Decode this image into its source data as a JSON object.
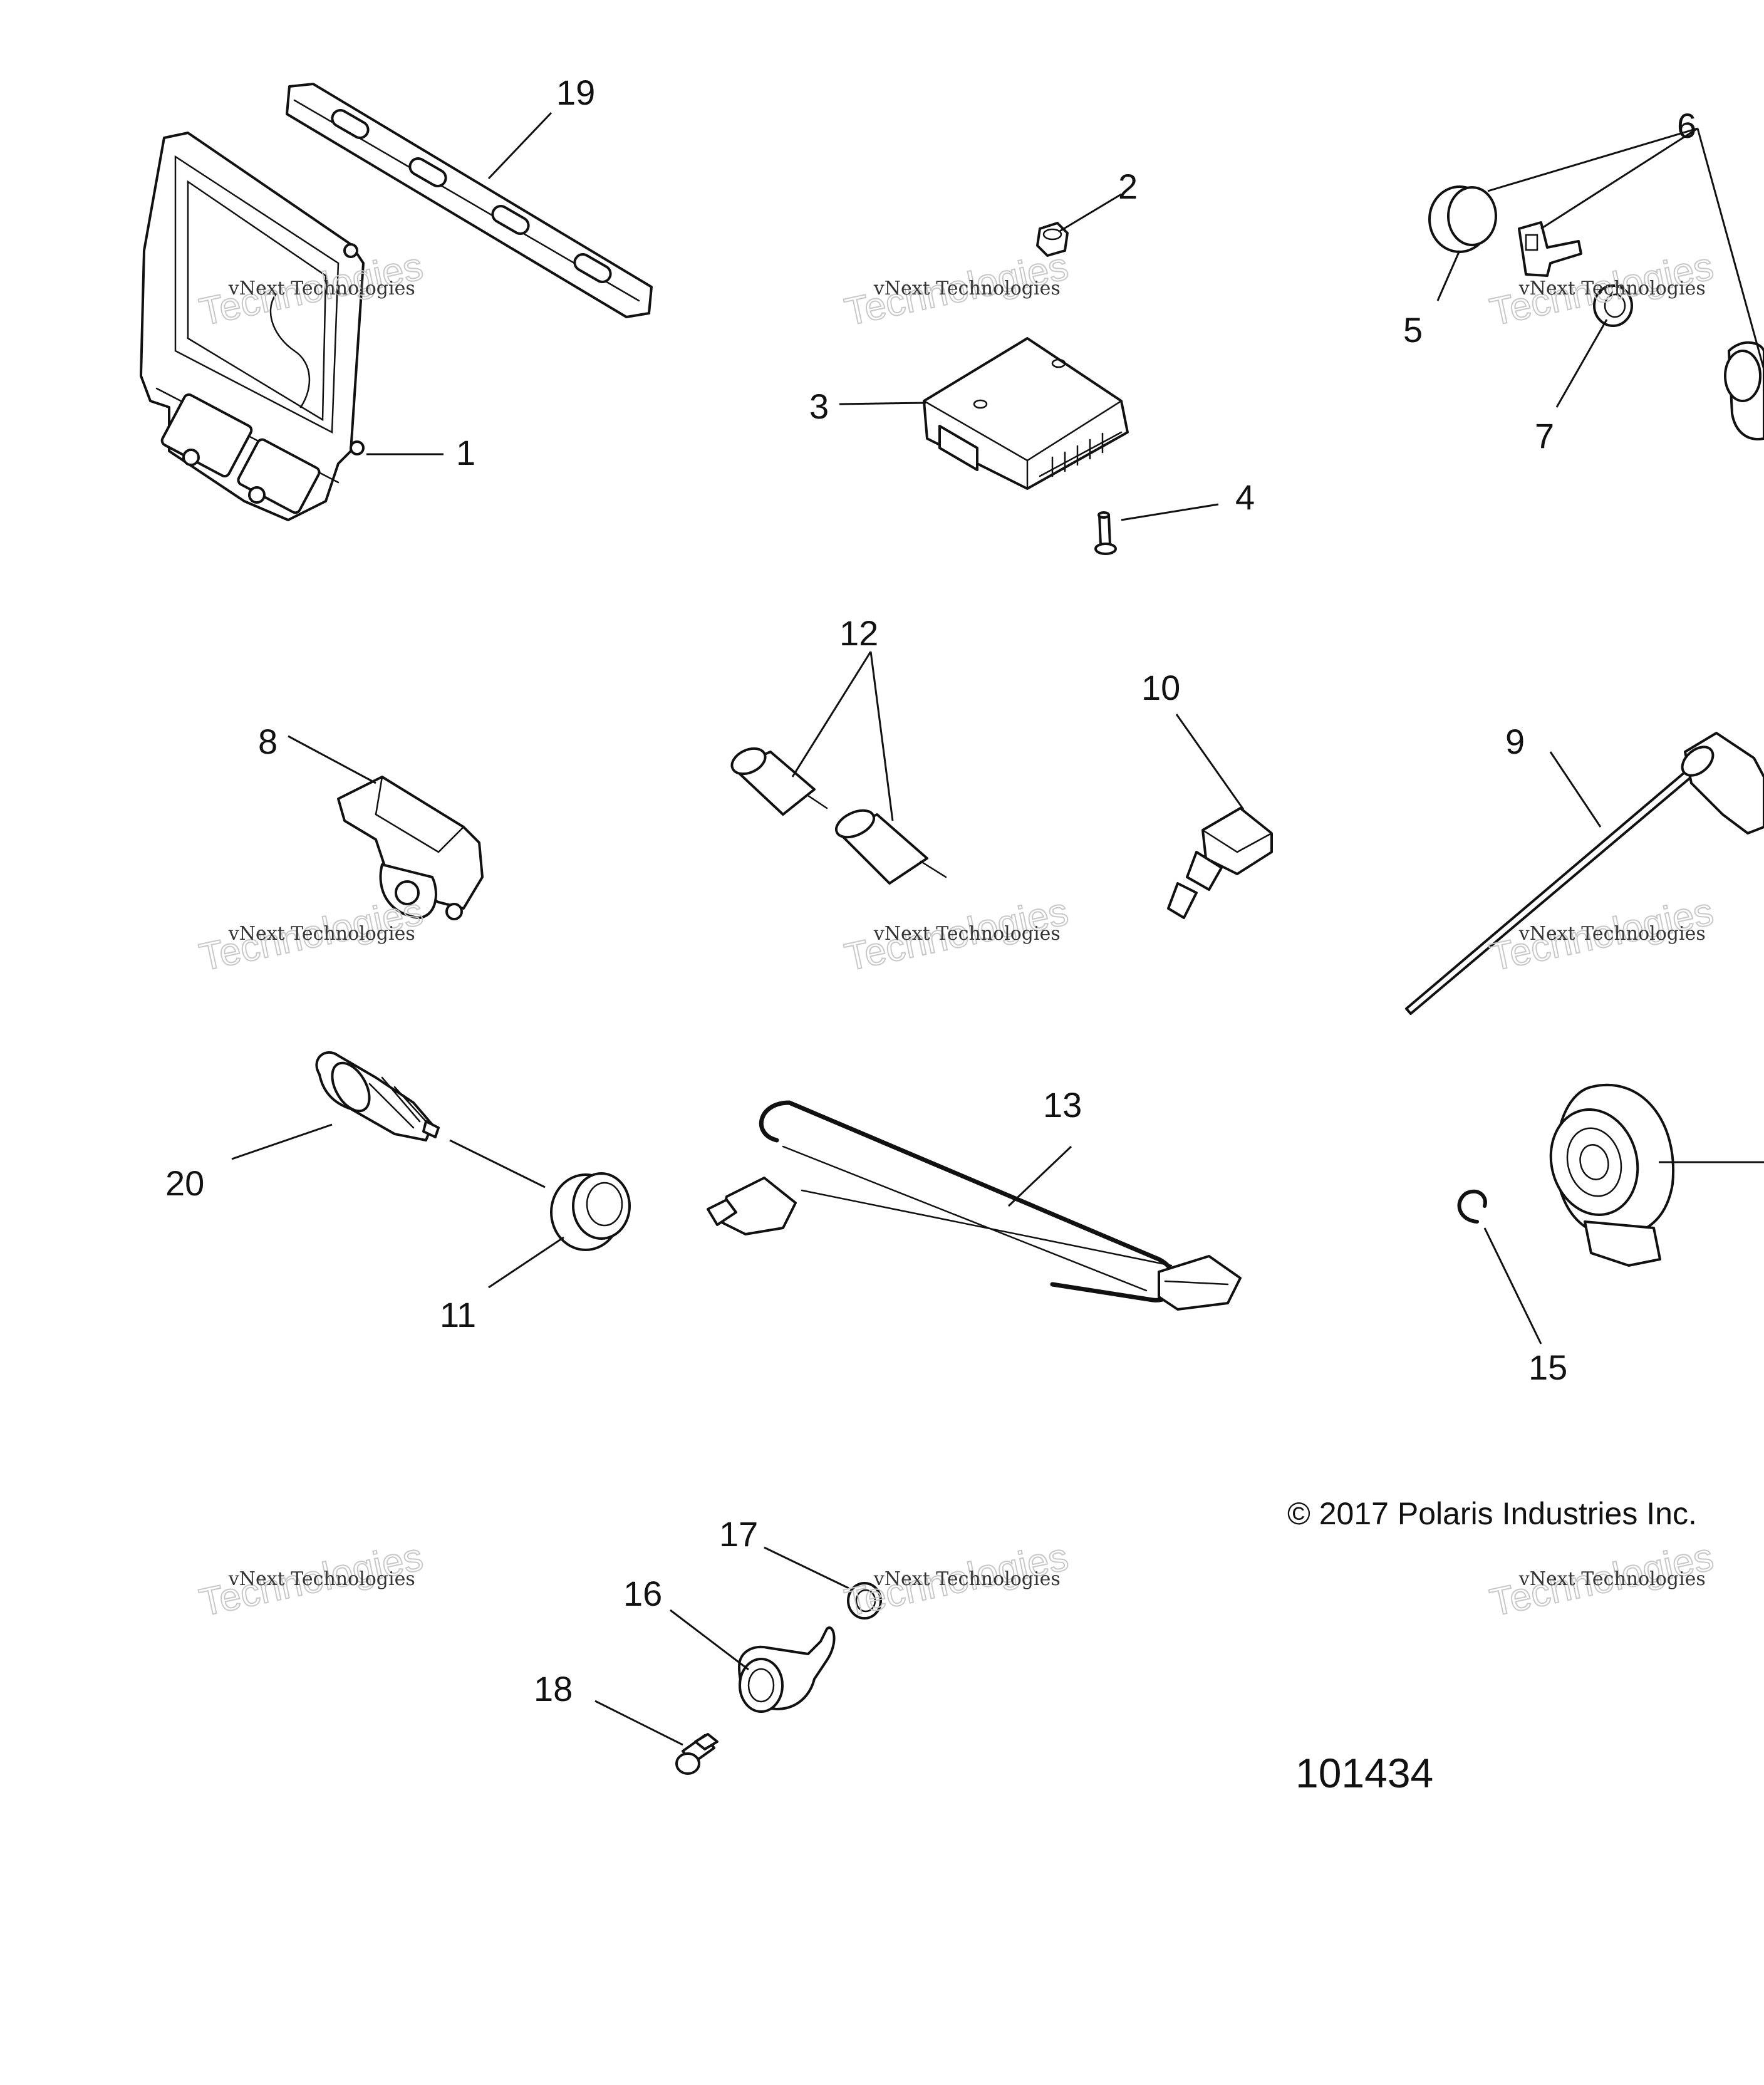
{
  "callouts": {
    "c1": "1",
    "c2": "2",
    "c3": "3",
    "c4": "4",
    "c5": "5",
    "c6": "6",
    "c7": "7",
    "c8": "8",
    "c9": "9",
    "c10": "10",
    "c11": "11",
    "c12": "12",
    "c13": "13",
    "c15": "15",
    "c16": "16",
    "c17": "17",
    "c18": "18",
    "c19": "19",
    "c20": "20"
  },
  "copyright": "© 2017 Polaris Industries Inc.",
  "figure_number": "101434",
  "watermark": {
    "line1": "vNext Technologies",
    "line2": "Technologies"
  }
}
